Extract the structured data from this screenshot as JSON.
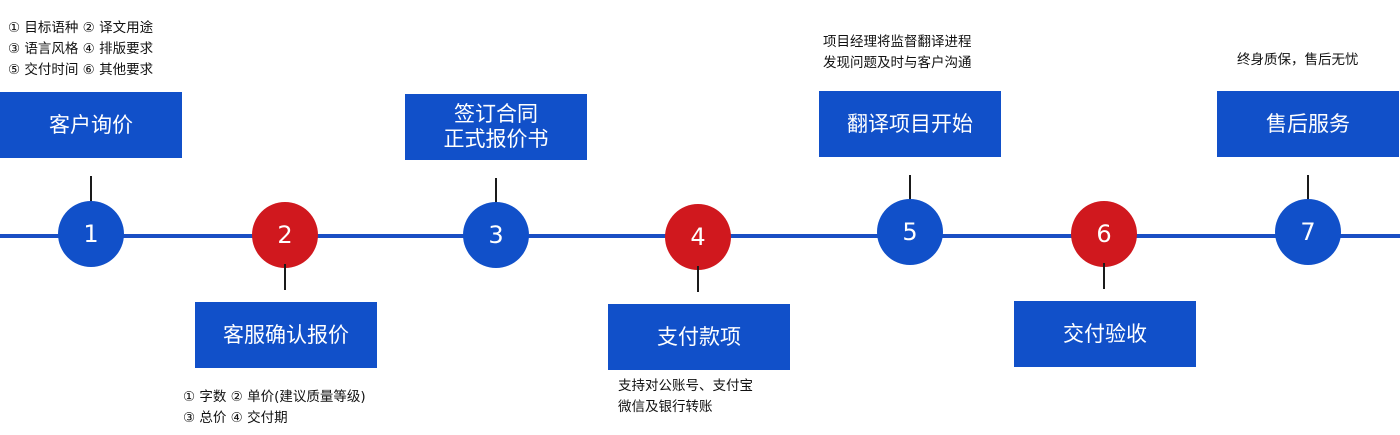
{
  "colors": {
    "blue": "#1150c9",
    "red": "#d0181e",
    "line": "#1a4fc4"
  },
  "steps": [
    {
      "number": "1",
      "label": "客户询价",
      "color": "blue",
      "note": "① 目标语种 ② 译文用途\n③ 语言风格 ④ 排版要求\n⑤ 交付时间 ⑥ 其他要求"
    },
    {
      "number": "2",
      "label": "客服确认报价",
      "color": "red",
      "note": "① 字数 ② 单价(建议质量等级)\n③ 总价 ④ 交付期"
    },
    {
      "number": "3",
      "label": "签订合同\n正式报价书",
      "color": "blue",
      "note": ""
    },
    {
      "number": "4",
      "label": "支付款项",
      "color": "red",
      "note": "支持对公账号、支付宝\n微信及银行转账"
    },
    {
      "number": "5",
      "label": "翻译项目开始",
      "color": "blue",
      "note": "项目经理将监督翻译进程\n发现问题及时与客户沟通"
    },
    {
      "number": "6",
      "label": "交付验收",
      "color": "red",
      "note": ""
    },
    {
      "number": "7",
      "label": "售后服务",
      "color": "blue",
      "note": "终身质保，售后无忧"
    }
  ]
}
